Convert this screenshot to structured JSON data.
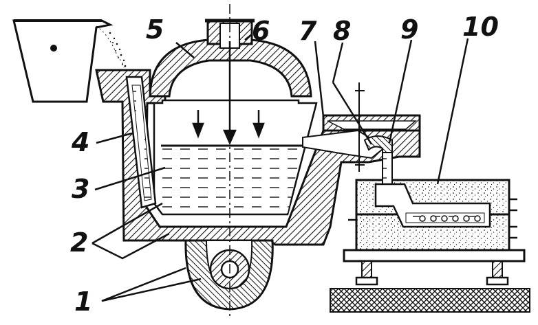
{
  "labels": {
    "l1": "1",
    "l2": "2",
    "l3": "3",
    "l4": "4",
    "l5": "5",
    "l6": "6",
    "l7": "7",
    "l8": "8",
    "l9": "9",
    "l10": "10"
  },
  "colors": {
    "ink": "#111111",
    "paper": "#ffffff",
    "metal": "#d8d8d8"
  }
}
